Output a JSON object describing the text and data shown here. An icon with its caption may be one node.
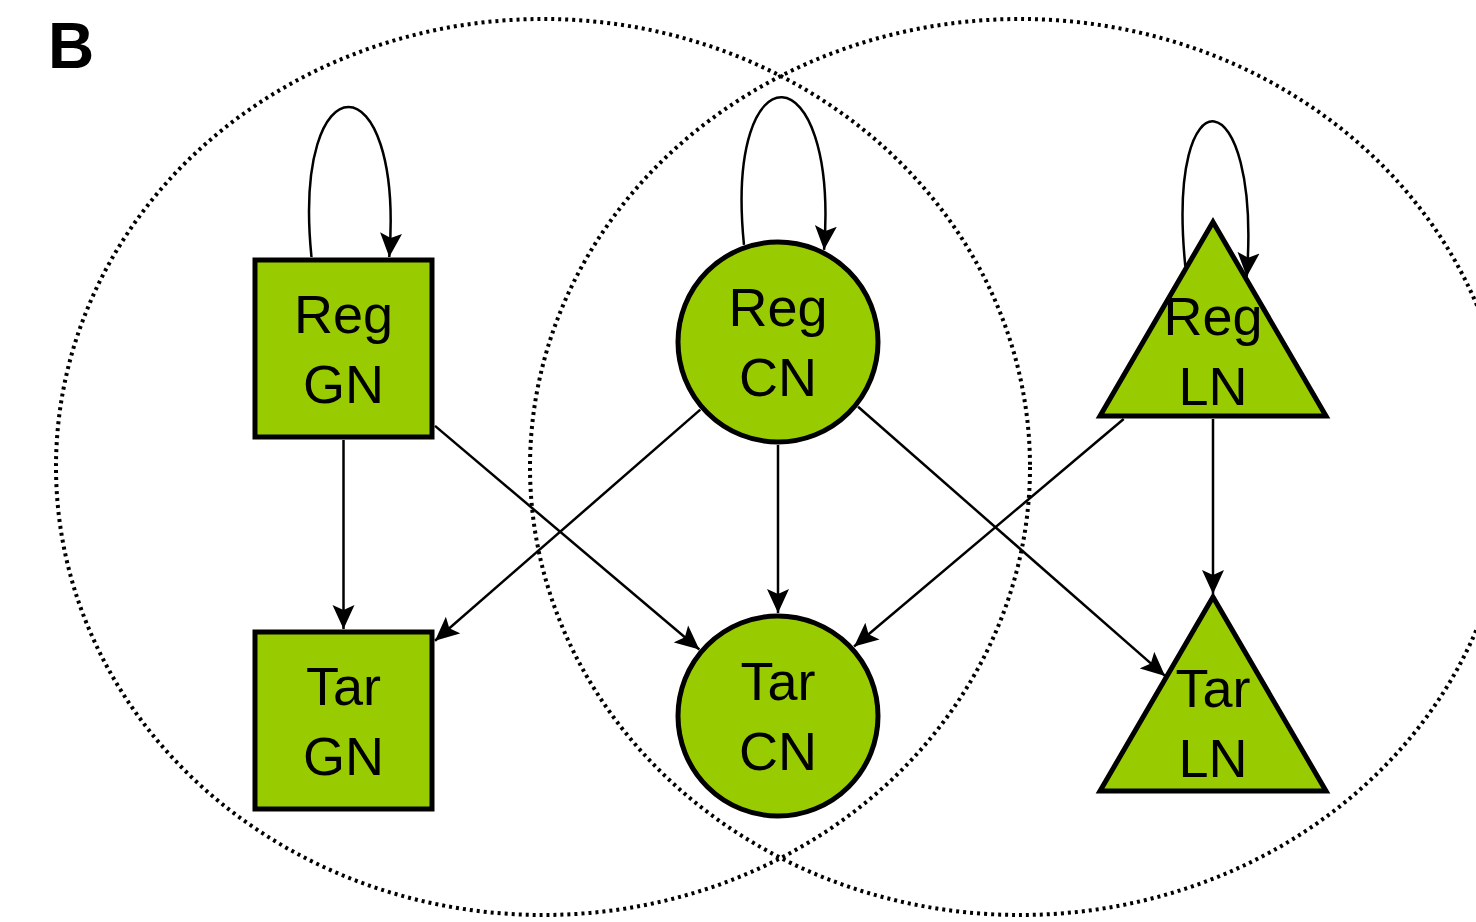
{
  "diagram": {
    "nodes": [
      {
        "text": [
          "Reg GN"
        ]
      },
      {
        "text": [
          "Reg CN"
        ]
      },
      {
        "text": [
          "Reg LN"
        ]
      },
      {
        "text": [
          "Tar GN"
        ]
      },
      {
        "text": [
          "Tar CN"
        ]
      },
      {
        "text": [
          "Tar LN"
        ]
      }
    ],
    "edges": [
      {
        "from": 0,
        "to": 0,
        "arrow": "to"
      },
      {
        "from": 1,
        "to": 1,
        "arrow": "to"
      },
      {
        "from": 2,
        "to": 2,
        "arrow": "to"
      },
      {
        "from": 0,
        "to": 3,
        "arrow": "to"
      },
      {
        "from": 0,
        "to": 4,
        "arrow": "to"
      },
      {
        "from": 1,
        "to": 3,
        "arrow": "to"
      },
      {
        "from": 1,
        "to": 4,
        "arrow": "to"
      },
      {
        "from": 1,
        "to": 5,
        "arrow": "to"
      },
      {
        "from": 2,
        "to": 4,
        "arrow": "to"
      },
      {
        "from": 2,
        "to": 5,
        "arrow": "to"
      }
    ],
    "labels": [
      "B"
    ]
  }
}
